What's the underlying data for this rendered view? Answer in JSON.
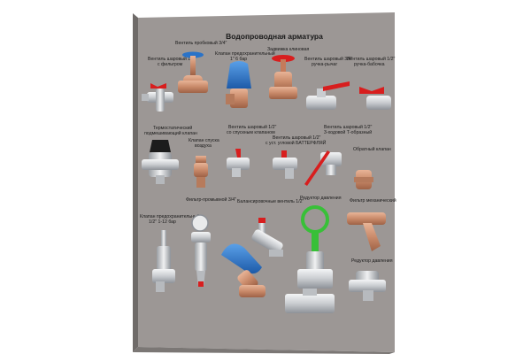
{
  "board": {
    "title": "Водопроводная арматура",
    "panel_color": "#9c9795",
    "side_color": "#6f6b69"
  },
  "labels": {
    "vent_proboch": "Вентиль пробковый 3/4\"",
    "zadvizhka": "Задвижка клиновая",
    "vent_sharov_filtr_1": "Вентиль шаровый 1/2\"",
    "vent_sharov_filtr_2": "с фильтром",
    "klapan_pred_1": "Клапан предохранительный",
    "klapan_pred_2": "1\" 6 бар",
    "vent_rychag_1": "Вентиль шаровый 3/4\"",
    "vent_rychag_2": "ручка-рычаг",
    "vent_babochka_1": "Вентиль шаровый 1/2\"",
    "vent_babochka_2": "ручка-бабочка",
    "termo_1": "Термостатический",
    "termo_2": "подмешивающий клапан",
    "klapan_vozd_1": "Клапан спуска",
    "klapan_vozd_2": "воздуха",
    "vent_obr_1": "Вентиль шаровый 1/2\"",
    "vent_obr_2": "со спускным клапаном",
    "vent_vodyan_1": "Вентиль шаровый 1/2\"",
    "vent_vodyan_2": "с уст. угловой БАТТЕРФЛЯЙ",
    "vent_3hod_1": "Вентиль шаровый 1/2\"",
    "vent_3hod_2": "3-ходовой Т-образный",
    "obr_klapan": "Обратный клапан",
    "filtr_promyv": "Фильтр-промывной 3/4\"",
    "balans": "Балансировочные вентиль 1/2\"",
    "reduktor_1": "Редуктор давления",
    "filtr_mech": "Фильтр механический",
    "klapan_pred_low_1": "Клапан предохранительный",
    "klapan_pred_low_2": "1/2\" 1-12 бар",
    "reduktor_2": "Редуктор давления"
  },
  "colors": {
    "brass": "#c98a6a",
    "chrome": "#d4d6d8",
    "red_handle": "#d81e1e",
    "blue_handle": "#2a73c8",
    "green_handle": "#38c038",
    "black_cap": "#1c1c1c"
  }
}
